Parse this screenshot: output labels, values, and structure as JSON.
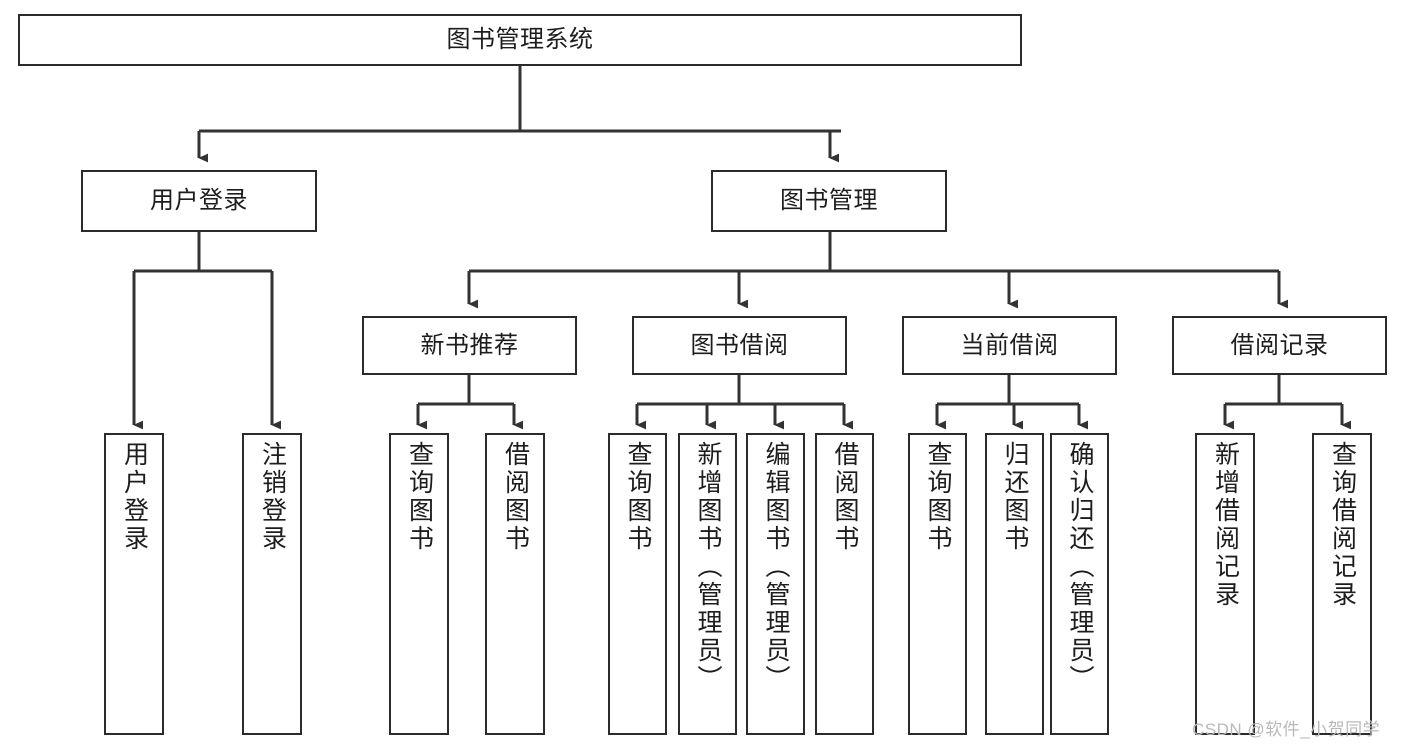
{
  "diagram": {
    "title": "图书管理系统",
    "type": "tree-hierarchy",
    "watermark": "CSDN @软件_小贺同学",
    "colors": {
      "box_border": "#2b2b2b",
      "connector": "#333333",
      "background": "#ffffff",
      "text": "#1d1d1d",
      "watermark": "#b9b9b9"
    },
    "nodes": {
      "root": {
        "label": "图书管理系统"
      },
      "level2": [
        {
          "label": "用户登录"
        },
        {
          "label": "图书管理"
        }
      ],
      "level3": [
        {
          "label": "新书推荐"
        },
        {
          "label": "图书借阅"
        },
        {
          "label": "当前借阅"
        },
        {
          "label": "借阅记录"
        }
      ],
      "leaves": {
        "user_login": [
          {
            "label": "用户登录"
          },
          {
            "label": "注销登录"
          }
        ],
        "new_book_recommend": [
          {
            "label": "查询图书"
          },
          {
            "label": "借阅图书"
          }
        ],
        "book_borrow": [
          {
            "label": "查询图书"
          },
          {
            "label": "新增图书（管理员）"
          },
          {
            "label": "编辑图书（管理员）"
          },
          {
            "label": "借阅图书"
          }
        ],
        "current_borrow": [
          {
            "label": "查询图书"
          },
          {
            "label": "归还图书"
          },
          {
            "label": "确认归还（管理员）"
          }
        ],
        "borrow_records": [
          {
            "label": "新增借阅记录"
          },
          {
            "label": "查询借阅记录"
          }
        ]
      }
    }
  }
}
